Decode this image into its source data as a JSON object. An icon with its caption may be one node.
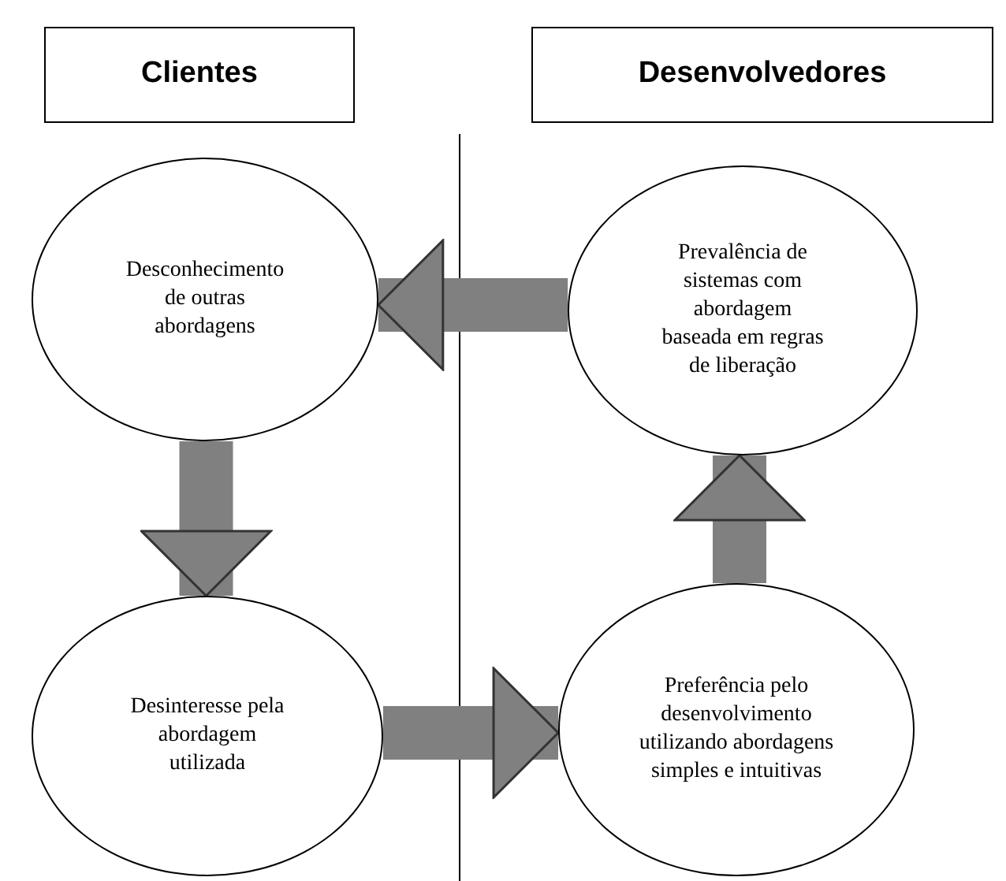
{
  "diagram": {
    "nodes": [
      {
        "text": [
          "Clientes"
        ]
      },
      {
        "text": [
          "Desenvolvedores"
        ]
      },
      {
        "text": [
          "Desconhecimento de outras abordagens"
        ]
      },
      {
        "text": [
          "Prevalência de sistemas com abordagem baseada em regras de liberação"
        ]
      },
      {
        "text": [
          "Desinteresse pela abordagem utilizada"
        ]
      },
      {
        "text": [
          "Preferência pelo desenvolvimento utilizando abordagens simples e intuitivas"
        ]
      }
    ],
    "edges": [
      {
        "from": 3,
        "to": 2,
        "arrow": "to"
      },
      {
        "from": 2,
        "to": 4,
        "arrow": "to"
      },
      {
        "from": 4,
        "to": 5,
        "arrow": "to"
      },
      {
        "from": 5,
        "to": 3,
        "arrow": "to"
      }
    ]
  }
}
